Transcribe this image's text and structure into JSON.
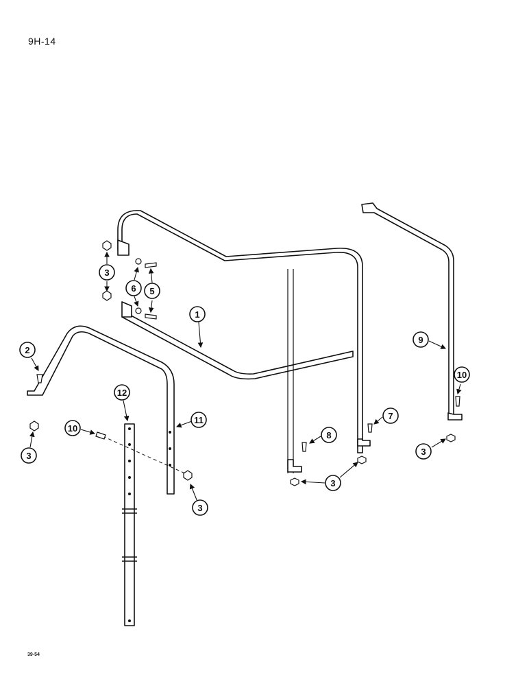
{
  "page": {
    "page_number": "9H-14",
    "figure_code": "39-54"
  },
  "callouts": {
    "c1": "1",
    "c2": "2",
    "c3a": "3",
    "c3b": "3",
    "c3c": "3",
    "c3d": "3",
    "c3e": "3",
    "c5": "5",
    "c6": "6",
    "c7": "7",
    "c8": "8",
    "c9": "9",
    "c10a": "10",
    "c10b": "10",
    "c11": "11",
    "c12": "12"
  }
}
